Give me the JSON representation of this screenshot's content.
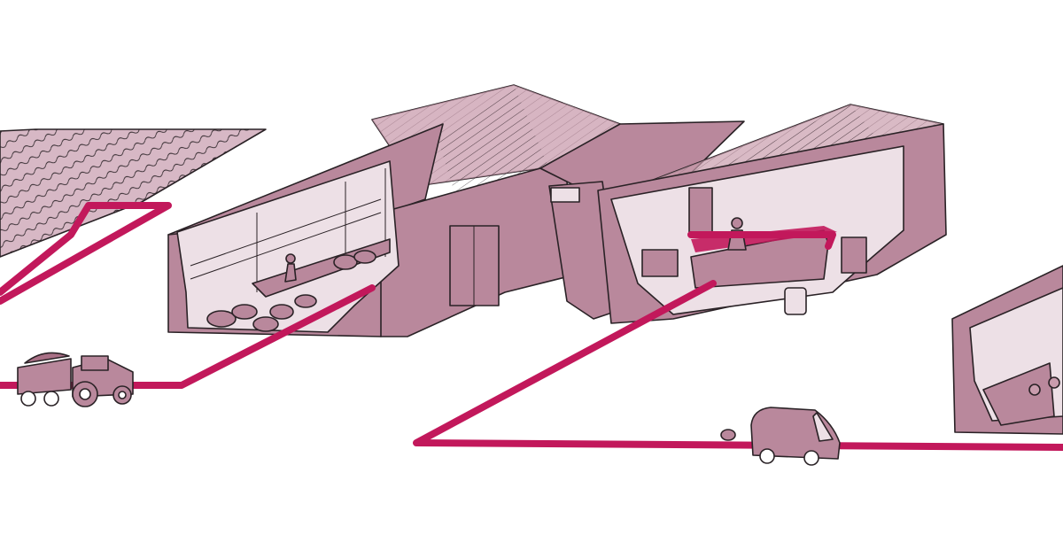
{
  "colors": {
    "background": "#ffffff",
    "building_fill": "#b9889c",
    "building_light": "#e9d9e0",
    "roof_fill": "#c99cad",
    "path_line": "#c2185b",
    "ink": "#2a2226"
  },
  "scene": {
    "stages": [
      {
        "id": "field",
        "icon": "crop-field-icon"
      },
      {
        "id": "tractor",
        "icon": "tractor-with-trailer-icon"
      },
      {
        "id": "pig-barn",
        "icon": "pig-barn-icon"
      },
      {
        "id": "processing-room",
        "icon": "processing-room-icon"
      },
      {
        "id": "delivery-van",
        "icon": "delivery-van-icon"
      },
      {
        "id": "shop",
        "icon": "shop-counter-icon"
      }
    ]
  }
}
